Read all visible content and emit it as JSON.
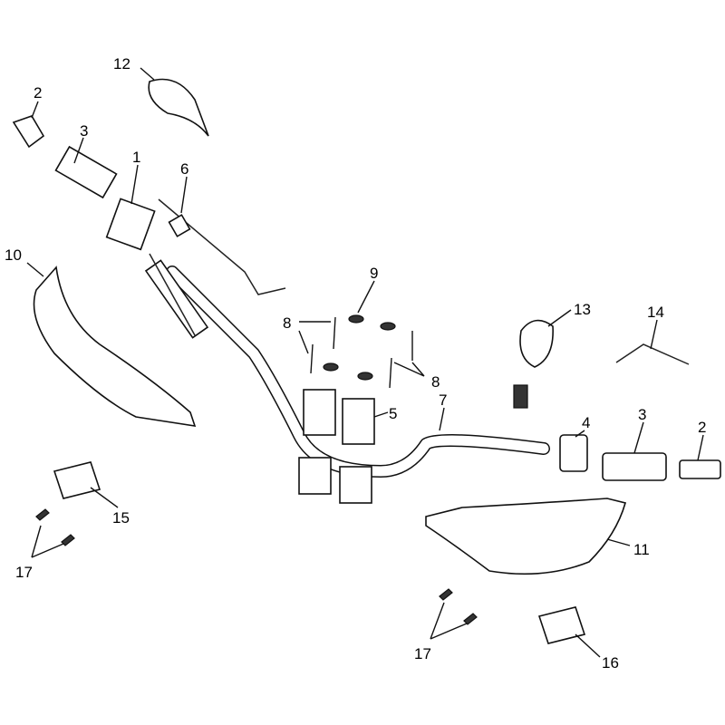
{
  "callouts": [
    {
      "id": "c12",
      "text": "12"
    },
    {
      "id": "c2a",
      "text": "2"
    },
    {
      "id": "c3a",
      "text": "3"
    },
    {
      "id": "c1",
      "text": "1"
    },
    {
      "id": "c6",
      "text": "6"
    },
    {
      "id": "c10",
      "text": "10"
    },
    {
      "id": "c9",
      "text": "9"
    },
    {
      "id": "c8a",
      "text": "8"
    },
    {
      "id": "c13",
      "text": "13"
    },
    {
      "id": "c14",
      "text": "14"
    },
    {
      "id": "c8b",
      "text": "8"
    },
    {
      "id": "c5",
      "text": "5"
    },
    {
      "id": "c7",
      "text": "7"
    },
    {
      "id": "c4",
      "text": "4"
    },
    {
      "id": "c3b",
      "text": "3"
    },
    {
      "id": "c2b",
      "text": "2"
    },
    {
      "id": "c15",
      "text": "15"
    },
    {
      "id": "c11",
      "text": "11"
    },
    {
      "id": "c17a",
      "text": "17"
    },
    {
      "id": "c17b",
      "text": "17"
    },
    {
      "id": "c16",
      "text": "16"
    }
  ]
}
